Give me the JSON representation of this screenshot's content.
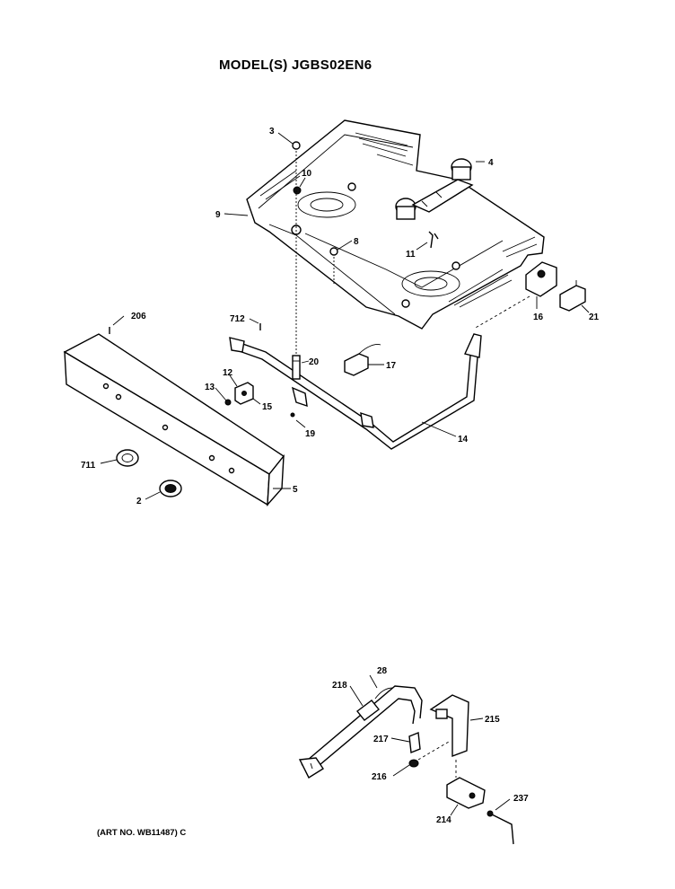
{
  "header": {
    "title": "MODEL(S) JGBS02EN6"
  },
  "footer": {
    "art_number": "(ART NO. WB11487) C"
  },
  "callouts": {
    "c3": "3",
    "c4": "4",
    "c9": "9",
    "c10": "10",
    "c8": "8",
    "c11": "11",
    "c16": "16",
    "c21": "21",
    "c206": "206",
    "c712": "712",
    "c20": "20",
    "c17": "17",
    "c12": "12",
    "c13": "13",
    "c15": "15",
    "c19": "19",
    "c14": "14",
    "c711": "711",
    "c2": "2",
    "c5": "5",
    "c28": "28",
    "c218": "218",
    "c215": "215",
    "c217": "217",
    "c216": "216",
    "c237": "237",
    "c214": "214"
  }
}
